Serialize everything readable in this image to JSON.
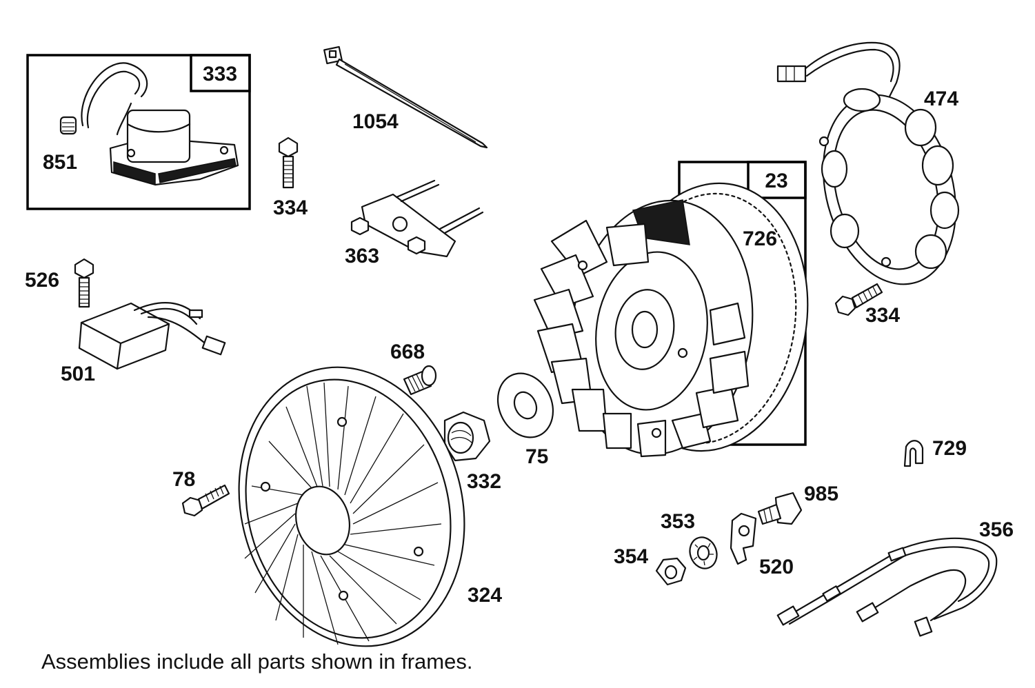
{
  "diagram": {
    "parts": {
      "p333": "333",
      "p851": "851",
      "p334a": "334",
      "p1054": "1054",
      "p363": "363",
      "p526": "526",
      "p501": "501",
      "p668": "668",
      "p23": "23",
      "p726": "726",
      "p474": "474",
      "p334b": "334",
      "p75": "75",
      "p332": "332",
      "p78": "78",
      "p324": "324",
      "p729": "729",
      "p985": "985",
      "p353": "353",
      "p354": "354",
      "p520": "520",
      "p356": "356"
    },
    "footnote": "Assemblies include all parts shown in frames."
  },
  "icons": {
    "ignition_coil": "ignition-coil-icon",
    "cable_tie": "cable-tie-icon",
    "bolt": "bolt-icon",
    "flywheel_puller": "flywheel-puller-icon",
    "rectifier": "rectifier-icon",
    "flywheel": "flywheel-icon",
    "alternator": "alternator-icon",
    "fan_screen": "fan-screen-icon",
    "nut": "nut-icon",
    "washer": "washer-icon",
    "wire_harness": "wire-harness-icon"
  }
}
